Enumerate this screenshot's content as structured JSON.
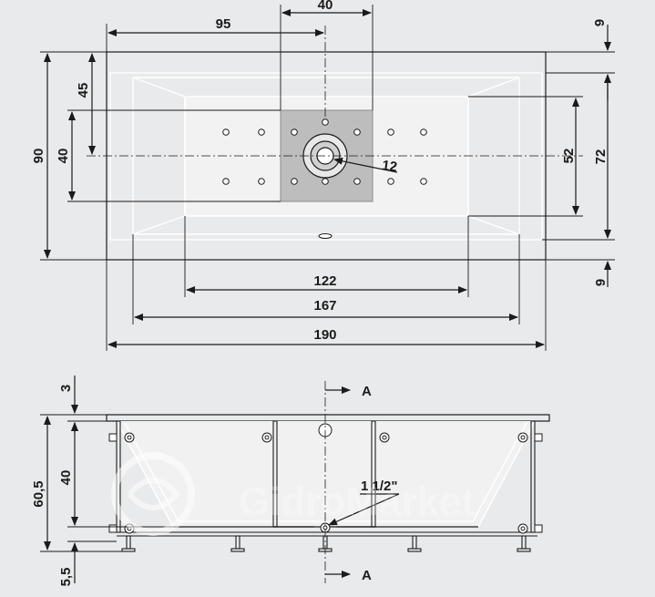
{
  "top_view": {
    "dims": {
      "d95": "95",
      "d40_top": "40",
      "d9_top": "9",
      "d45": "45",
      "d40_left": "40",
      "d90": "90",
      "d52": "52",
      "d72": "72",
      "d12": "12",
      "d122": "122",
      "d167": "167",
      "d190": "190",
      "d9_bottom": "9"
    }
  },
  "side_view": {
    "dims": {
      "d3": "3",
      "d60_5": "60,5",
      "d40": "40",
      "d5_5": "5,5",
      "pipe": "1 1/2\""
    },
    "section_label_top": "A",
    "section_label_bottom": "A"
  },
  "watermark": "GidroMarket",
  "colors": {
    "background": "#e9eaeb",
    "line": "#1b1b1b",
    "plate": "#bdbdbd",
    "white": "#ffffff"
  }
}
